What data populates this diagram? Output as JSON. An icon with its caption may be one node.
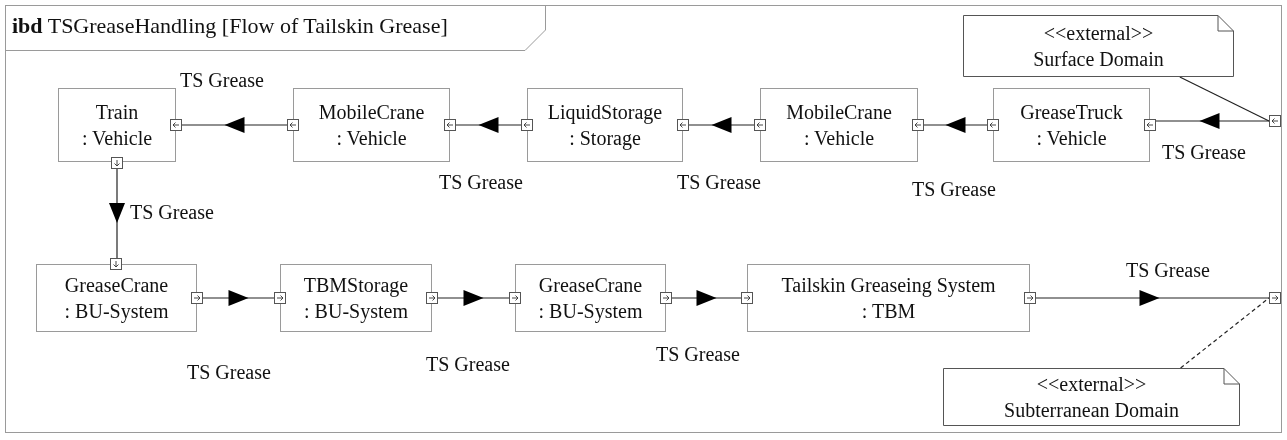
{
  "diagram": {
    "title": "**ibd** TSGreaseHandling [Flow of Tailskin Grease]",
    "nodes": [
      {
        "text": [
          "Train",
          ": Vehicle"
        ]
      },
      {
        "text": [
          "MobileCrane",
          ": Vehicle"
        ]
      },
      {
        "text": [
          "LiquidStorage",
          ": Storage"
        ]
      },
      {
        "text": [
          "MobileCrane",
          ": Vehicle"
        ]
      },
      {
        "text": [
          "GreaseTruck",
          ": Vehicle"
        ]
      },
      {
        "text": [
          "<<external>>",
          "Surface Domain"
        ]
      },
      {
        "text": [],
        "shape": "box"
      },
      {
        "text": [
          "GreaseCrane",
          ": BU-System"
        ]
      },
      {
        "text": [
          "TBMStorage",
          ": BU-System"
        ]
      },
      {
        "text": [
          "GreaseCrane",
          ": BU-System"
        ]
      },
      {
        "text": [
          "Tailskin Greaseing System",
          ": TBM"
        ]
      },
      {
        "text": [],
        "shape": "box"
      },
      {
        "text": [
          "<<external>>",
          "Subterranean Domain"
        ]
      }
    ],
    "edges": [
      {
        "from": 6,
        "to": 4,
        "arrow": "to",
        "label": "TS Grease"
      },
      {
        "from": 4,
        "to": 3,
        "arrow": "to",
        "label": "TS Grease"
      },
      {
        "from": 3,
        "to": 2,
        "arrow": "to",
        "label": "TS Grease"
      },
      {
        "from": 2,
        "to": 1,
        "arrow": "to",
        "label": "TS Grease"
      },
      {
        "from": 1,
        "to": 0,
        "arrow": "to",
        "label": "TS Grease"
      },
      {
        "from": 0,
        "to": 7,
        "arrow": "to",
        "label": "TS Grease"
      },
      {
        "from": 7,
        "to": 8,
        "arrow": "to",
        "label": "TS Grease"
      },
      {
        "from": 8,
        "to": 9,
        "arrow": "to",
        "label": "TS Grease"
      },
      {
        "from": 9,
        "to": 10,
        "arrow": "to",
        "label": "TS Grease"
      },
      {
        "from": 10,
        "to": 11,
        "arrow": "to",
        "label": "TS Grease"
      },
      {
        "from": 5,
        "to": 6,
        "arrow": "none"
      },
      {
        "from": 12,
        "to": 11,
        "arrow": "none",
        "style": "dashed"
      }
    ]
  }
}
